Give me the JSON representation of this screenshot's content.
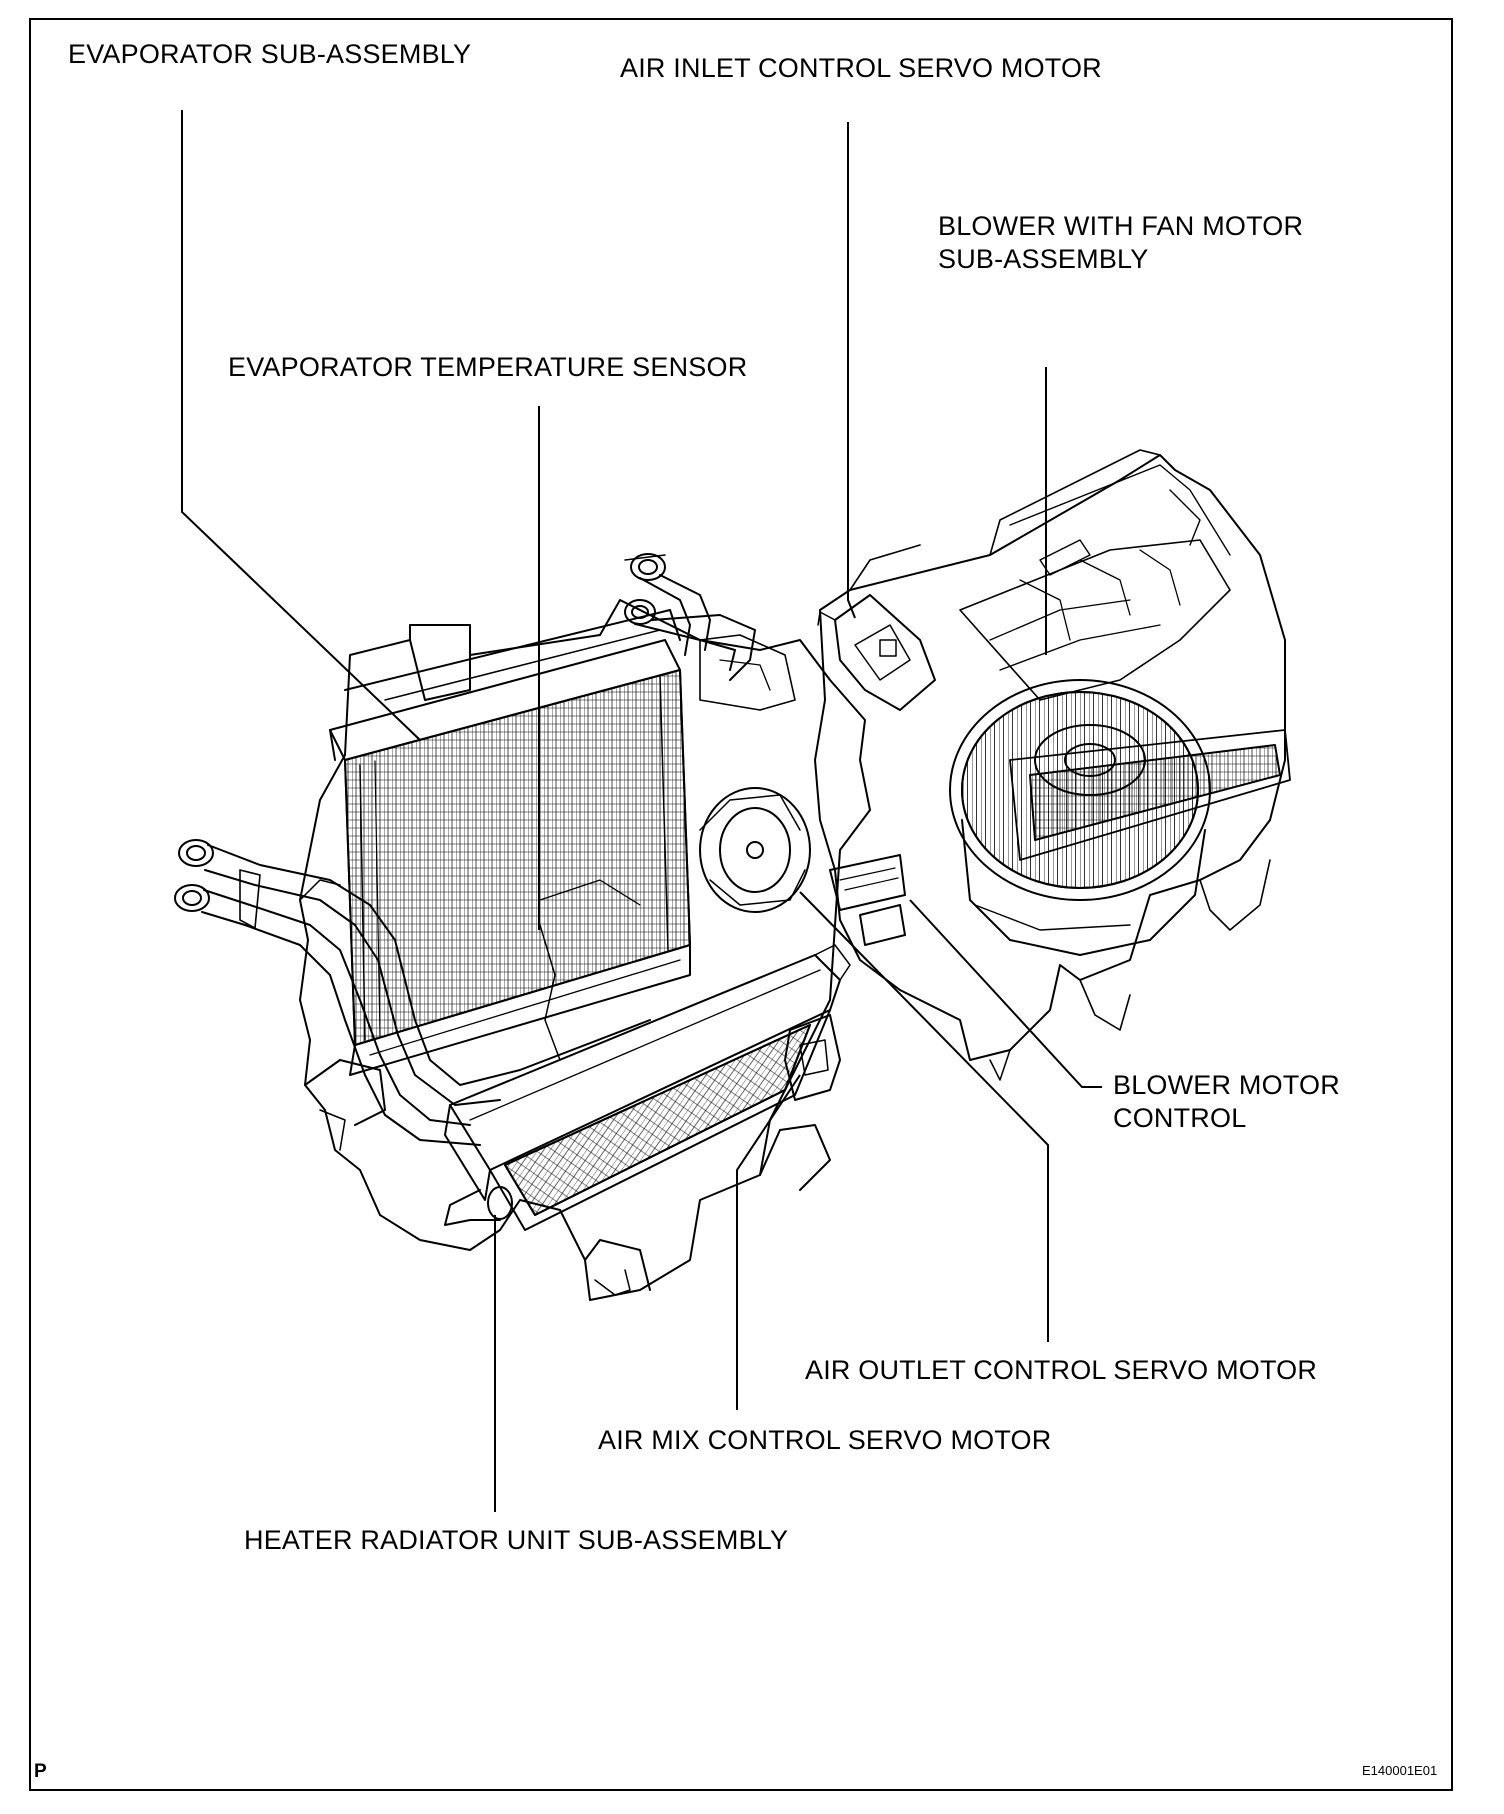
{
  "labels": {
    "evaporator_sub_assembly": "EVAPORATOR SUB-ASSEMBLY",
    "air_inlet_control_servo_motor": "AIR INLET CONTROL SERVO MOTOR",
    "blower_with_fan_motor_line1": "BLOWER WITH FAN MOTOR",
    "blower_with_fan_motor_line2": "SUB-ASSEMBLY",
    "evaporator_temperature_sensor": "EVAPORATOR TEMPERATURE SENSOR",
    "blower_motor_control_line1": "BLOWER MOTOR",
    "blower_motor_control_line2": "CONTROL",
    "air_outlet_control_servo_motor": "AIR OUTLET CONTROL SERVO MOTOR",
    "air_mix_control_servo_motor": "AIR MIX CONTROL SERVO MOTOR",
    "heater_radiator_unit_sub_assembly": "HEATER RADIATOR UNIT SUB-ASSEMBLY"
  },
  "footer": {
    "corner_mark": "P",
    "figure_id": "E140001E01"
  }
}
